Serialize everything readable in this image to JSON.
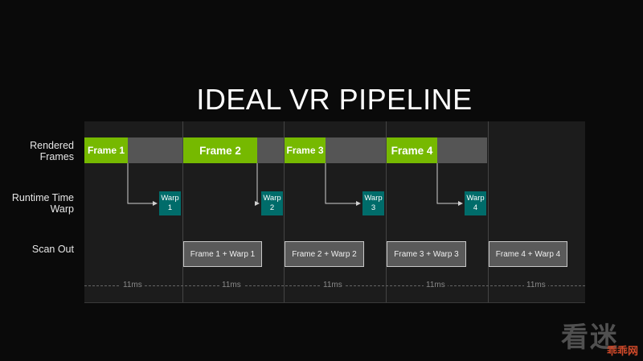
{
  "title": "IDEAL VR PIPELINE",
  "row_labels": {
    "rendered": "Rendered Frames",
    "timewarp": "Runtime Time Warp",
    "scanout": "Scan Out"
  },
  "frames": [
    "Frame 1",
    "Frame 2",
    "Frame 3",
    "Frame 4"
  ],
  "warps": [
    "Warp 1",
    "Warp 2",
    "Warp 3",
    "Warp 4"
  ],
  "scanouts": [
    "Frame 1 + Warp 1",
    "Frame 2 + Warp 2",
    "Frame 3 + Warp 3",
    "Frame 4 + Warp 4"
  ],
  "interval_label": "11ms",
  "intervals": [
    "11ms",
    "11ms",
    "11ms",
    "11ms",
    "11ms"
  ],
  "watermark": {
    "main": "看迷",
    "sub": "乖乖网"
  },
  "colors": {
    "frame": "#76b900",
    "warp": "#006c6a",
    "idle": "#555555",
    "scan": "#5a5a5a",
    "background": "#0a0a0a"
  }
}
